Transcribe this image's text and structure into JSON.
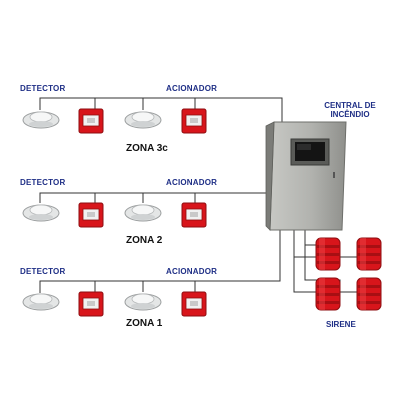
{
  "labels": {
    "detector": "DETECTOR",
    "acionador": "ACIONADOR",
    "central_line1": "CENTRAL DE",
    "central_line2": "INCÊNDIO",
    "sirene": "SIRENE"
  },
  "zones": [
    {
      "name": "ZONA 3c"
    },
    {
      "name": "ZONA 2"
    },
    {
      "name": "ZONA 1"
    }
  ],
  "icons": {
    "detector": "smoke-detector-icon",
    "call_point": "manual-call-point-icon",
    "panel": "fire-alarm-panel-icon",
    "siren": "siren-icon"
  },
  "colors": {
    "label_blue": "#1f2f86",
    "device_red": "#d8151b",
    "panel_gray": "#a9aaa6",
    "wire": "#333333"
  }
}
